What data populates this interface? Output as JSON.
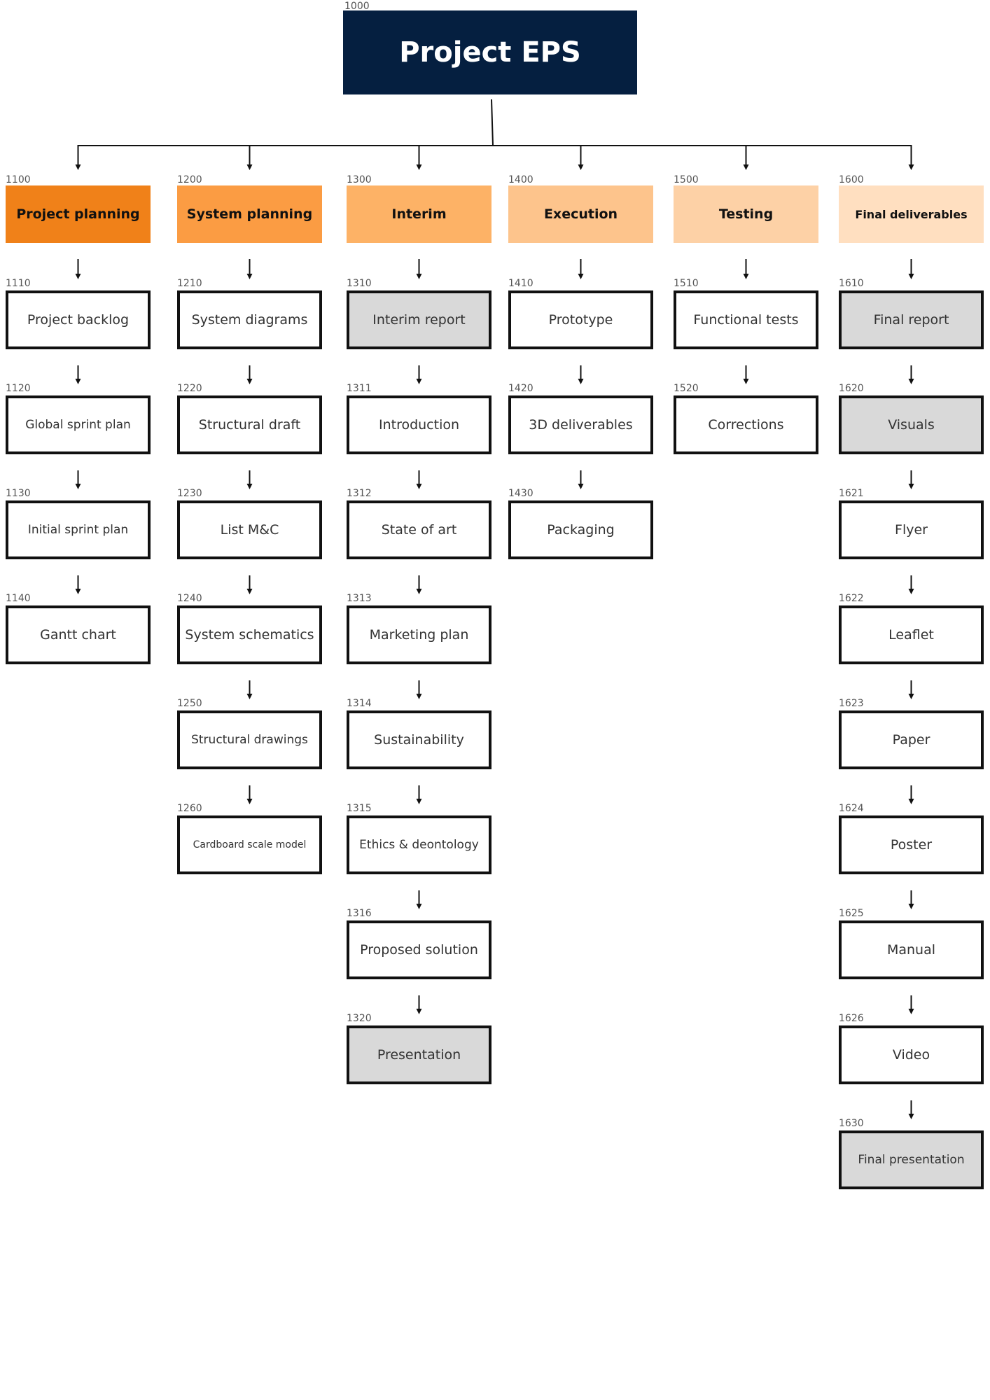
{
  "colors": {
    "root_bg": "#051f40",
    "root_text": "#ffffff",
    "highlight_box": "#d9d9d9",
    "categories": [
      "#f08119",
      "#fb9c43",
      "#fdb266",
      "#fdc48c",
      "#fdd1a6",
      "#ffdfc0"
    ]
  },
  "root": {
    "code": "1000",
    "label": "Project EPS"
  },
  "categories": [
    {
      "code": "1100",
      "label": "Project planning",
      "items": [
        {
          "code": "1110",
          "label": "Project backlog"
        },
        {
          "code": "1120",
          "label": "Global sprint plan"
        },
        {
          "code": "1130",
          "label": "Initial sprint plan"
        },
        {
          "code": "1140",
          "label": "Gantt chart"
        }
      ]
    },
    {
      "code": "1200",
      "label": "System planning",
      "items": [
        {
          "code": "1210",
          "label": "System diagrams"
        },
        {
          "code": "1220",
          "label": "Structural draft"
        },
        {
          "code": "1230",
          "label": "List M&C"
        },
        {
          "code": "1240",
          "label": "System schematics"
        },
        {
          "code": "1250",
          "label": "Structural drawings"
        },
        {
          "code": "1260",
          "label": "Cardboard scale model"
        }
      ]
    },
    {
      "code": "1300",
      "label": "Interim",
      "items": [
        {
          "code": "1310",
          "label": "Interim report",
          "highlight": true
        },
        {
          "code": "1311",
          "label": "Introduction"
        },
        {
          "code": "1312",
          "label": "State of art"
        },
        {
          "code": "1313",
          "label": "Marketing plan"
        },
        {
          "code": "1314",
          "label": "Sustainability"
        },
        {
          "code": "1315",
          "label": "Ethics & deontology"
        },
        {
          "code": "1316",
          "label": "Proposed solution"
        },
        {
          "code": "1320",
          "label": "Presentation",
          "highlight": true
        }
      ]
    },
    {
      "code": "1400",
      "label": "Execution",
      "items": [
        {
          "code": "1410",
          "label": "Prototype"
        },
        {
          "code": "1420",
          "label": "3D deliverables"
        },
        {
          "code": "1430",
          "label": "Packaging"
        }
      ]
    },
    {
      "code": "1500",
      "label": "Testing",
      "items": [
        {
          "code": "1510",
          "label": "Functional tests"
        },
        {
          "code": "1520",
          "label": "Corrections"
        }
      ]
    },
    {
      "code": "1600",
      "label": "Final deliverables",
      "items": [
        {
          "code": "1610",
          "label": "Final report",
          "highlight": true
        },
        {
          "code": "1620",
          "label": "Visuals",
          "highlight": true
        },
        {
          "code": "1621",
          "label": "Flyer"
        },
        {
          "code": "1622",
          "label": "Leaflet"
        },
        {
          "code": "1623",
          "label": "Paper"
        },
        {
          "code": "1624",
          "label": "Poster"
        },
        {
          "code": "1625",
          "label": "Manual"
        },
        {
          "code": "1626",
          "label": "Video"
        },
        {
          "code": "1630",
          "label": "Final presentation",
          "highlight": true
        }
      ]
    }
  ]
}
